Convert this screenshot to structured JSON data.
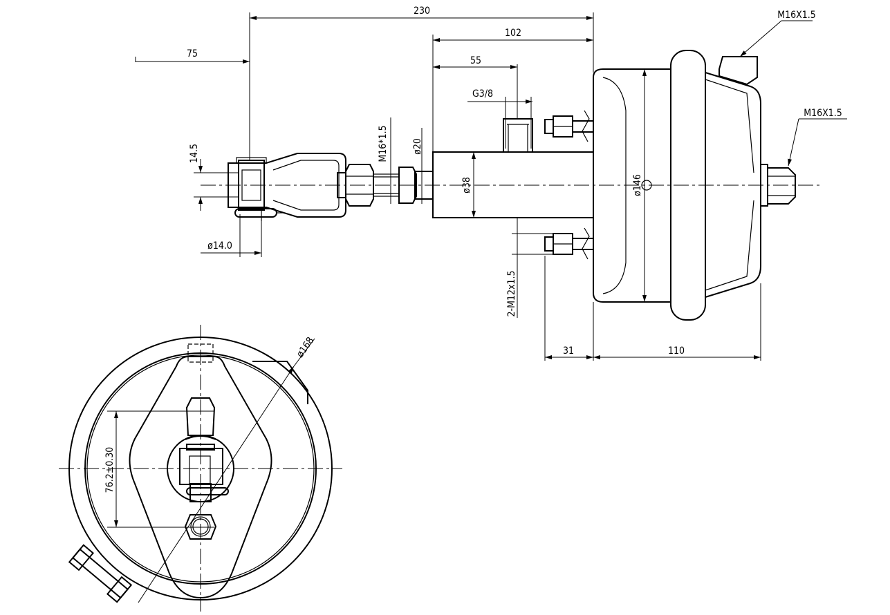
{
  "dimensions": {
    "overall_length": "230",
    "cylinder_length": "102",
    "port_offset": "55",
    "clevis_offset": "75",
    "port_thread": "G3/8",
    "top_port_thread": "M16X1.5",
    "rear_thread": "M16X1.5",
    "clevis_width": "14.5",
    "rod_thread": "M16*1.5",
    "rod_diameter": "ø20",
    "cylinder_diameter": "ø38",
    "chamber_diameter": "ø146",
    "pin_diameter": "ø14.0",
    "mount_studs": "2-M12x1.5",
    "stud_length": "31",
    "chamber_depth": "110",
    "clamp_diameter": "ø168",
    "stud_spacing": "76.2±0.30"
  }
}
